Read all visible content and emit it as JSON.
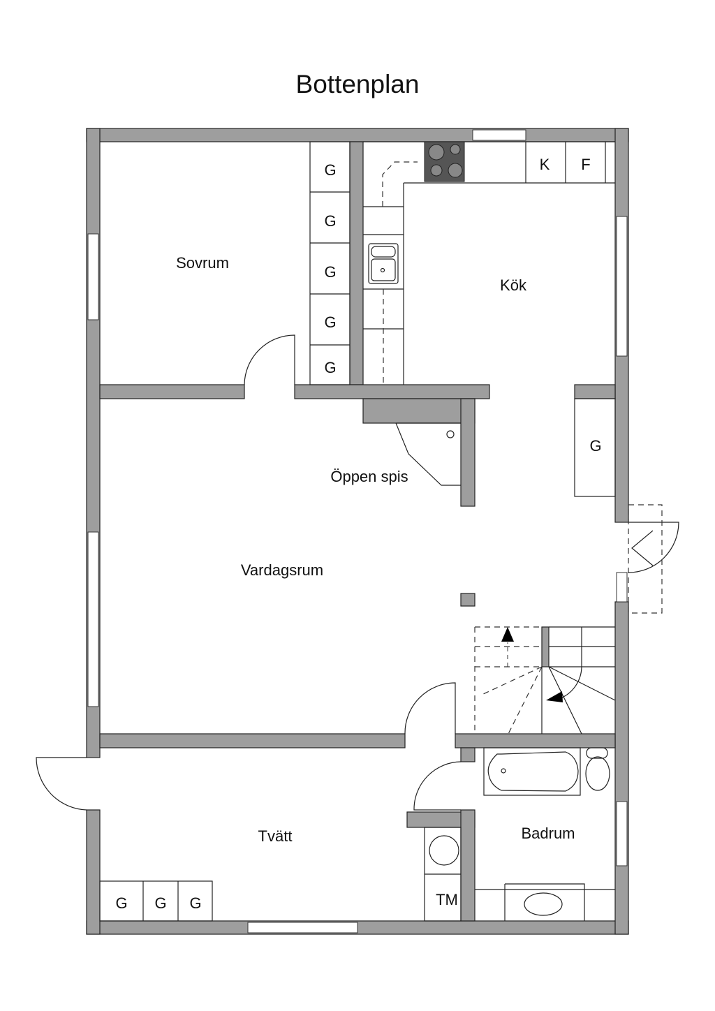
{
  "title": "Bottenplan",
  "rooms": {
    "sovrum": "Sovrum",
    "kok": "Kök",
    "oppen_spis": "Öppen spis",
    "vardagsrum": "Vardagsrum",
    "tvatt": "Tvätt",
    "badrum": "Badrum"
  },
  "fixtures": {
    "garderob": "G",
    "kyl": "K",
    "frys": "F",
    "tvattmaskin": "TM"
  },
  "colors": {
    "wall": "#9e9e9e",
    "stove": "#555555",
    "line": "#222222"
  }
}
